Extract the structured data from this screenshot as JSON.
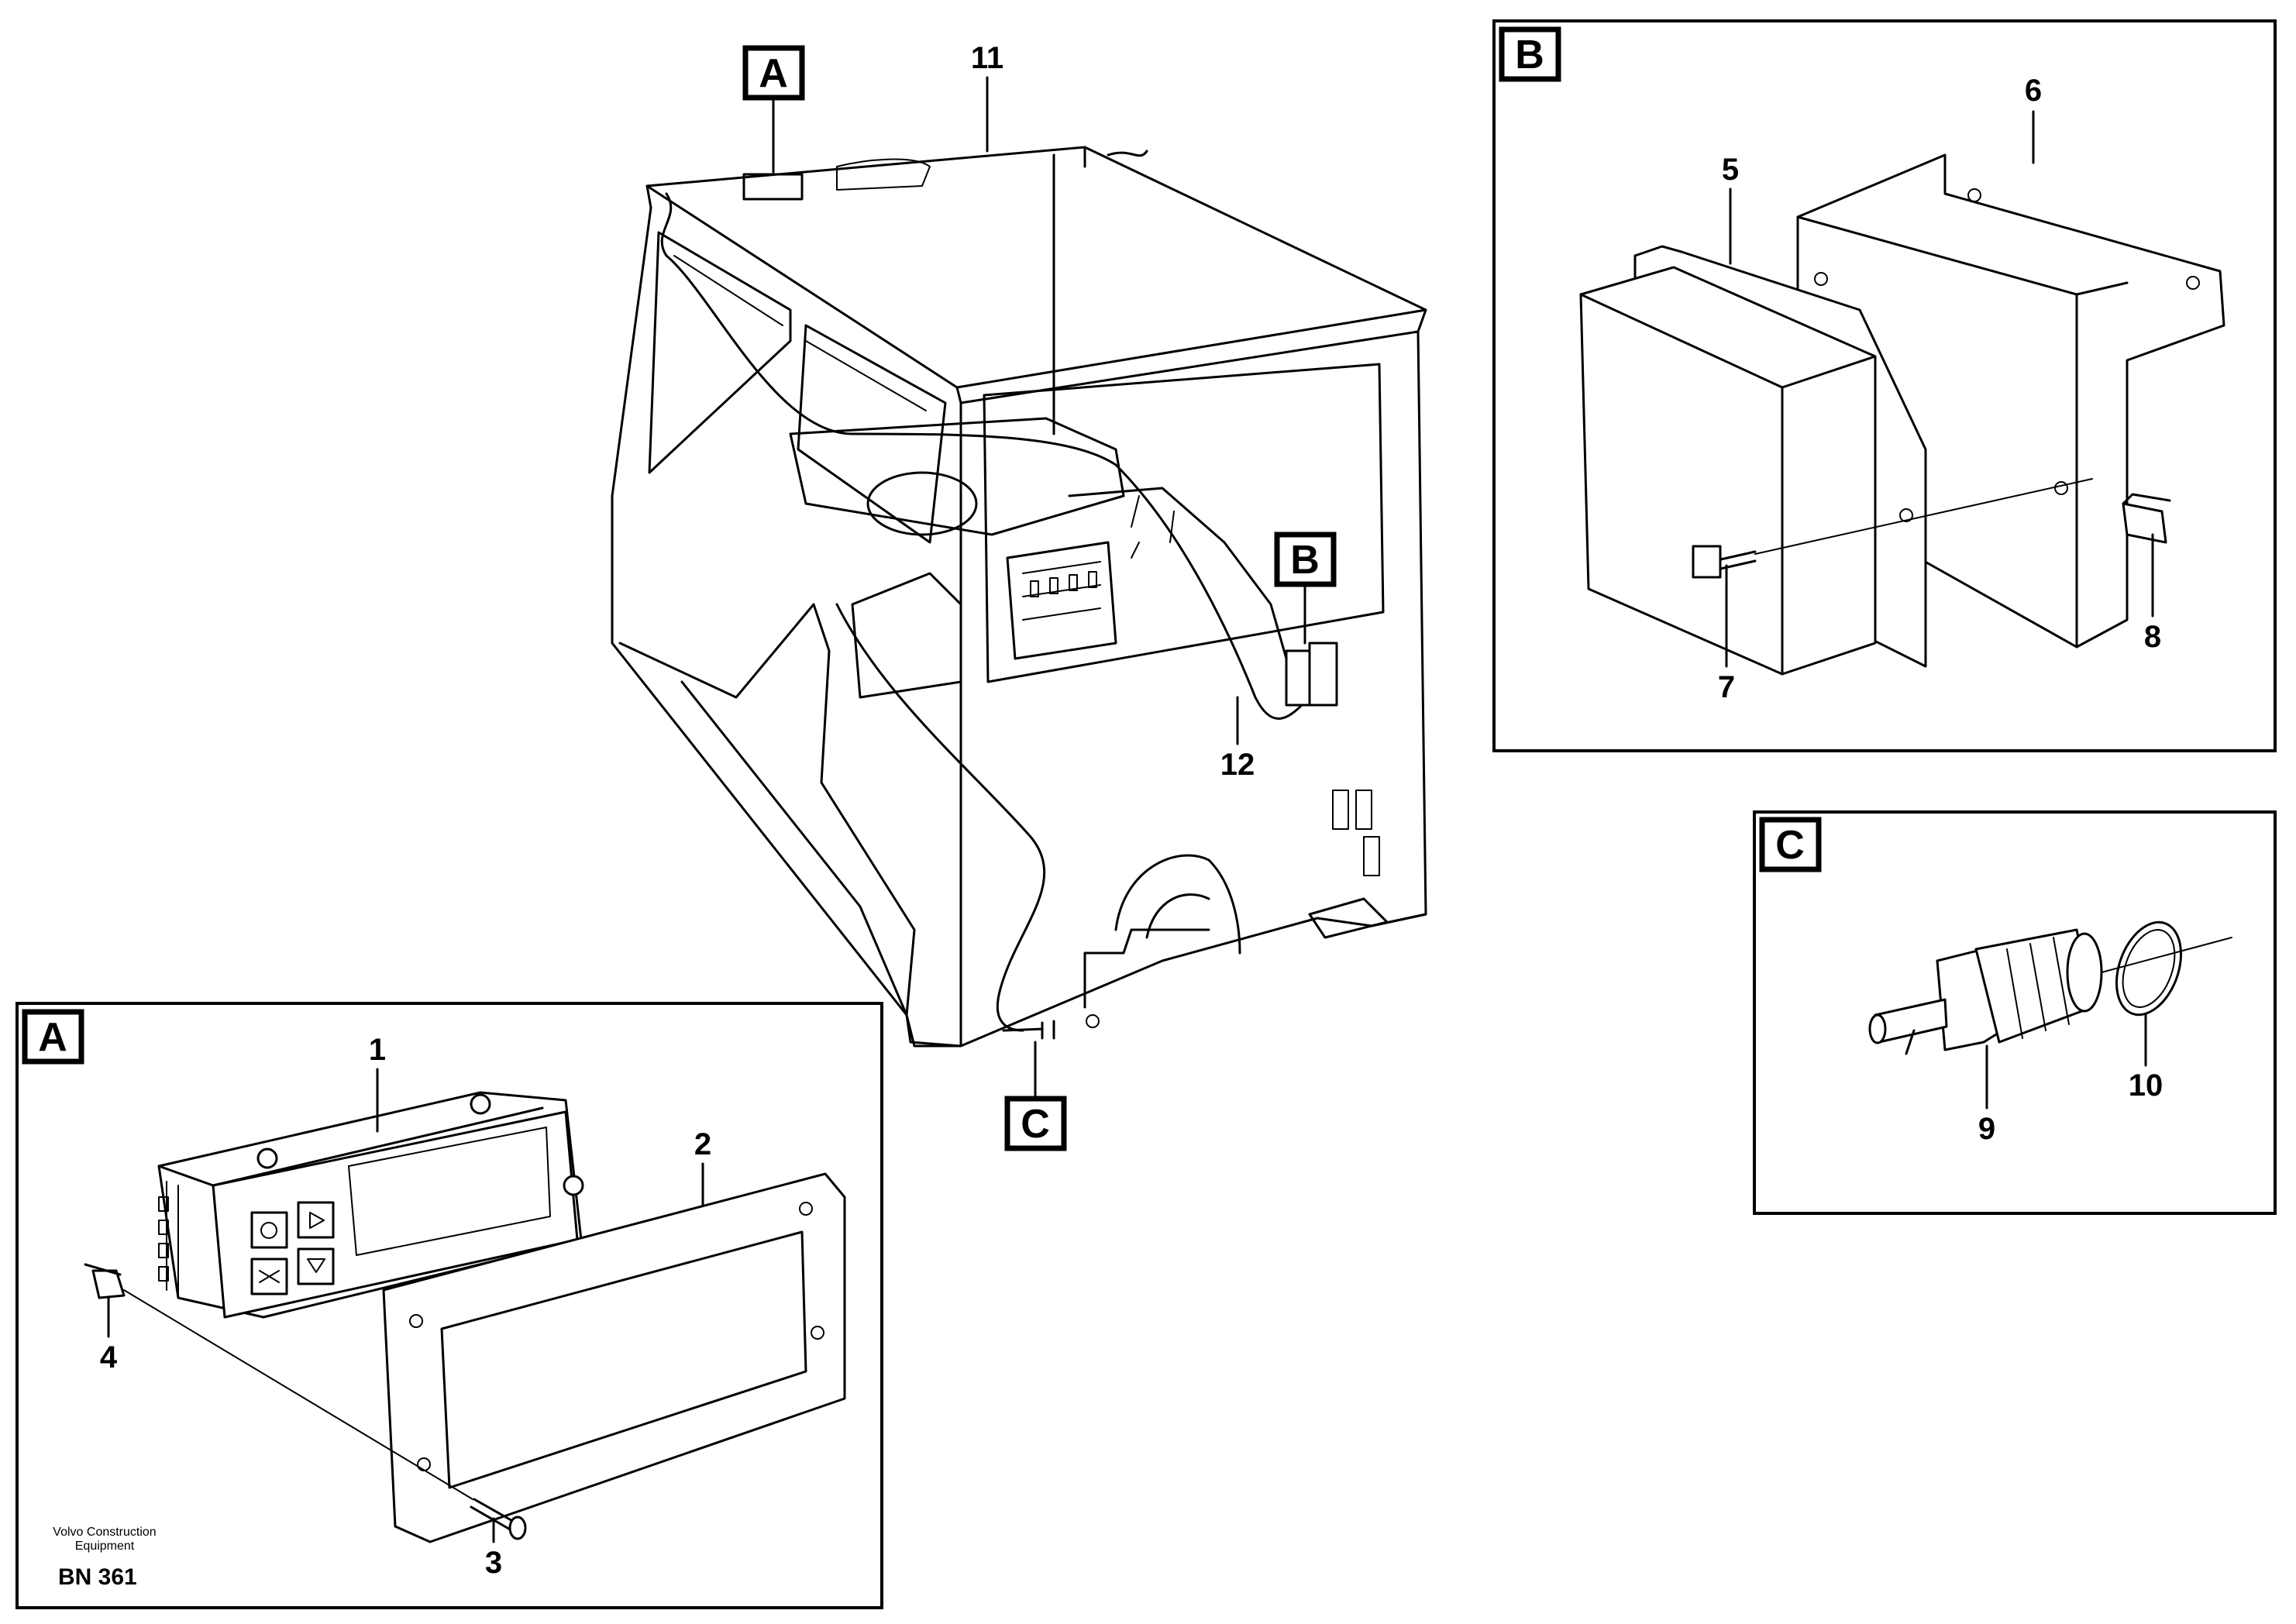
{
  "callouts": {
    "main_a": "A",
    "main_b": "B",
    "main_c": "C",
    "panel_a": "A",
    "panel_b": "B",
    "panel_c": "C"
  },
  "parts": {
    "p1": "1",
    "p2": "2",
    "p3": "3",
    "p4": "4",
    "p5": "5",
    "p6": "6",
    "p7": "7",
    "p8": "8",
    "p9": "9",
    "p10": "10",
    "p11": "11",
    "p12": "12"
  },
  "footer": {
    "publisher_line1": "Volvo Construction",
    "publisher_line2": "Equipment",
    "code": "BN 361"
  }
}
